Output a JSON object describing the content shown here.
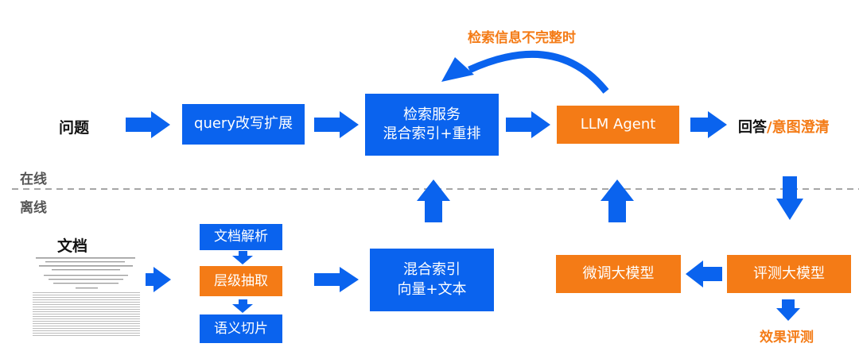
{
  "sections": {
    "online": "在线",
    "offline": "离线"
  },
  "online": {
    "input_label": "问题",
    "rewrite_box": "query改写扩展",
    "retrieval_box": {
      "line1": "检索服务",
      "line2": "混合索引+重排"
    },
    "agent_box": "LLM Agent",
    "output": {
      "part1": "回答",
      "separator": "/",
      "part2": "意图澄清"
    },
    "loop_label": "检索信息不完整时"
  },
  "offline": {
    "input_label": "文档",
    "steps": [
      "文档解析",
      "层级抽取",
      "语义切片"
    ],
    "index_box": {
      "line1": "混合索引",
      "line2": "向量+文本"
    },
    "finetune_box": "微调大模型",
    "eval_box": "评测大模型",
    "eval_label": "效果评测"
  },
  "colors": {
    "blue": "#0a63ee",
    "orange": "#f47b16",
    "arrow": "#0a63ee"
  }
}
